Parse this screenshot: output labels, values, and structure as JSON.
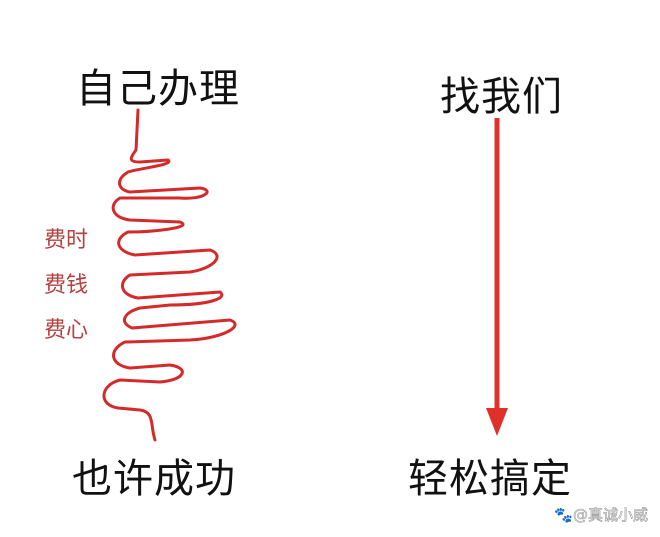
{
  "left": {
    "top_label": "自己办理",
    "bottom_label": "也许成功",
    "notes": [
      "费时",
      "费钱",
      "费心"
    ]
  },
  "right": {
    "top_label": "找我们",
    "bottom_label": "轻松搞定"
  },
  "watermark": "@真诚小威",
  "colors": {
    "line": "#d42a2a",
    "arrow": "#e0302a",
    "note": "#b44040"
  }
}
